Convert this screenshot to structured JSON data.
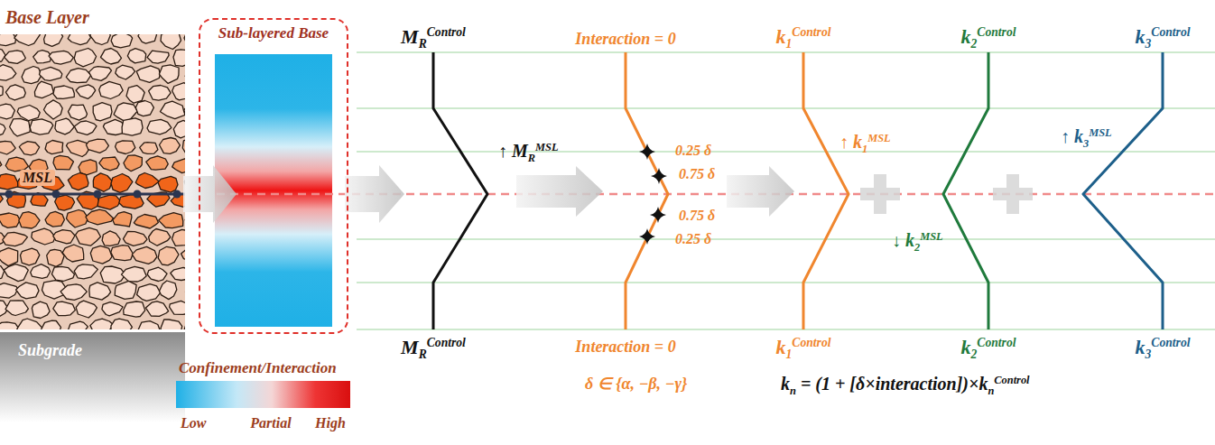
{
  "diagram": {
    "nodes": [
      {
        "text": [
          "Sub-layered Base"
        ]
      }
    ],
    "labels": [
      "Base Layer",
      "MSL",
      "Subgrade",
      "Confinement/Interaction",
      "Low",
      "Partial",
      "High",
      "MRControl",
      "↑ MRMSL",
      "MRControl",
      "Interaction = 0",
      "0.25 δ",
      "0.75 δ",
      "0.75 δ",
      "0.25 δ",
      "Interaction = 0",
      "δ ∈ {α, −β, −γ}",
      "k1Control",
      "k2Control",
      "k3Control",
      "↑ k1MSL",
      "↓ k2MSL",
      "↑ k3MSL",
      "k1Control",
      "k2Control",
      "k3Control",
      "kn = (1 + [δ×interaction])×knControl"
    ]
  }
}
